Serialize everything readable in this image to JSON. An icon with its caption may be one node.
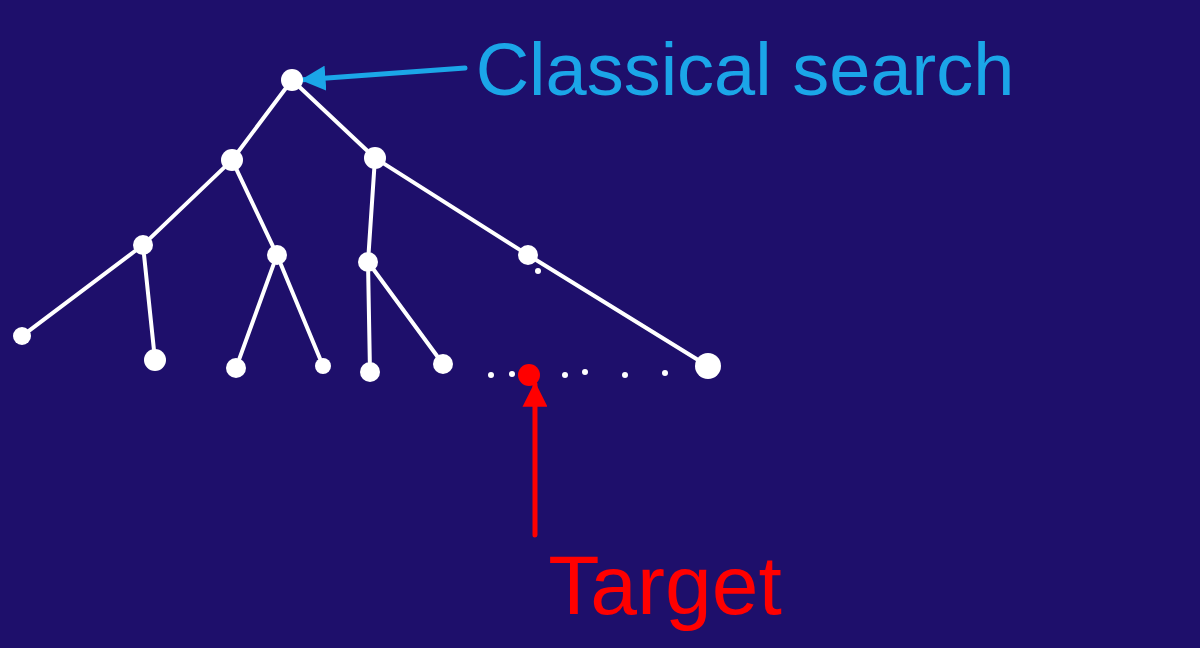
{
  "diagram": {
    "nodes": [
      {
        "text": [],
        "shape": "circle"
      },
      {
        "text": [],
        "shape": "circle"
      },
      {
        "text": [],
        "shape": "circle"
      },
      {
        "text": [],
        "shape": "circle"
      },
      {
        "text": [],
        "shape": "circle"
      },
      {
        "text": [],
        "shape": "circle"
      },
      {
        "text": [],
        "shape": "circle"
      },
      {
        "text": [],
        "shape": "circle"
      },
      {
        "text": [],
        "shape": "circle"
      },
      {
        "text": [],
        "shape": "circle"
      },
      {
        "text": [],
        "shape": "circle"
      },
      {
        "text": [],
        "shape": "circle"
      },
      {
        "text": [],
        "shape": "circle"
      },
      {
        "text": [],
        "shape": "circle"
      },
      {
        "text": [],
        "shape": "circle"
      },
      {
        "text": [
          "Classical search"
        ]
      },
      {
        "text": [
          "Target"
        ]
      }
    ],
    "edges": [
      {
        "from": 0,
        "to": 1,
        "arrow": "none"
      },
      {
        "from": 0,
        "to": 2,
        "arrow": "none"
      },
      {
        "from": 1,
        "to": 3,
        "arrow": "none"
      },
      {
        "from": 1,
        "to": 4,
        "arrow": "none"
      },
      {
        "from": 2,
        "to": 5,
        "arrow": "none"
      },
      {
        "from": 2,
        "to": 6,
        "arrow": "none"
      },
      {
        "from": 3,
        "to": 7,
        "arrow": "none"
      },
      {
        "from": 3,
        "to": 8,
        "arrow": "none"
      },
      {
        "from": 4,
        "to": 9,
        "arrow": "none"
      },
      {
        "from": 4,
        "to": 10,
        "arrow": "none"
      },
      {
        "from": 5,
        "to": 11,
        "arrow": "none"
      },
      {
        "from": 5,
        "to": 12,
        "arrow": "none"
      },
      {
        "from": 6,
        "to": 14,
        "arrow": "none"
      },
      {
        "from": 15,
        "to": 0,
        "arrow": "to",
        "color": "#1ba6e8"
      },
      {
        "from": 16,
        "to": 13,
        "arrow": "to",
        "color": "#ff0000"
      }
    ]
  }
}
